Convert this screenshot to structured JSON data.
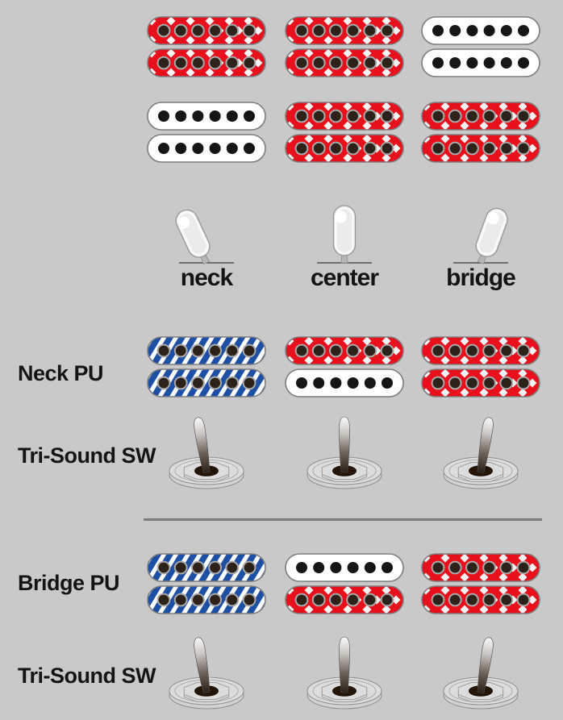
{
  "diagram_title": "pickup-selector-and-tri-sound-switch-diagram",
  "colors": {
    "background": "#c9c9c9",
    "red": "#e8101c",
    "diamond_white": "#f4f4f4",
    "blue": "#1d4fa4",
    "stripe_white": "#fdfdfd",
    "coil_white": "#ffffff",
    "coil_stroke": "#7d7d7d",
    "pole_dark": "#2d221a",
    "pole_ring": "#a9a9a9",
    "pole_black": "#161616",
    "text": "#141414"
  },
  "selector": {
    "positions": [
      {
        "label": "neck",
        "angle": -25
      },
      {
        "label": "center",
        "angle": 0
      },
      {
        "label": "bridge",
        "angle": 20
      }
    ]
  },
  "pickup_rows": {
    "top1": {
      "label": "",
      "pairs": [
        [
          "red",
          "red"
        ],
        [
          "red",
          "red"
        ],
        [
          "white",
          "white"
        ]
      ]
    },
    "top2": {
      "label": "",
      "pairs": [
        [
          "white",
          "white"
        ],
        [
          "red",
          "red"
        ],
        [
          "red",
          "red"
        ]
      ]
    },
    "neck_pu": {
      "label": "Neck PU",
      "pairs": [
        [
          "blue",
          "blue"
        ],
        [
          "red",
          "white"
        ],
        [
          "red",
          "red"
        ]
      ]
    },
    "bridge_pu": {
      "label": "Bridge PU",
      "pairs": [
        [
          "blue",
          "blue"
        ],
        [
          "white",
          "red"
        ],
        [
          "red",
          "red"
        ]
      ]
    }
  },
  "toggle_rows": {
    "tri1": {
      "label": "Tri-Sound SW",
      "tilts": [
        -9,
        0,
        9
      ]
    },
    "tri2": {
      "label": "Tri-Sound SW",
      "tilts": [
        -9,
        0,
        9
      ]
    }
  }
}
